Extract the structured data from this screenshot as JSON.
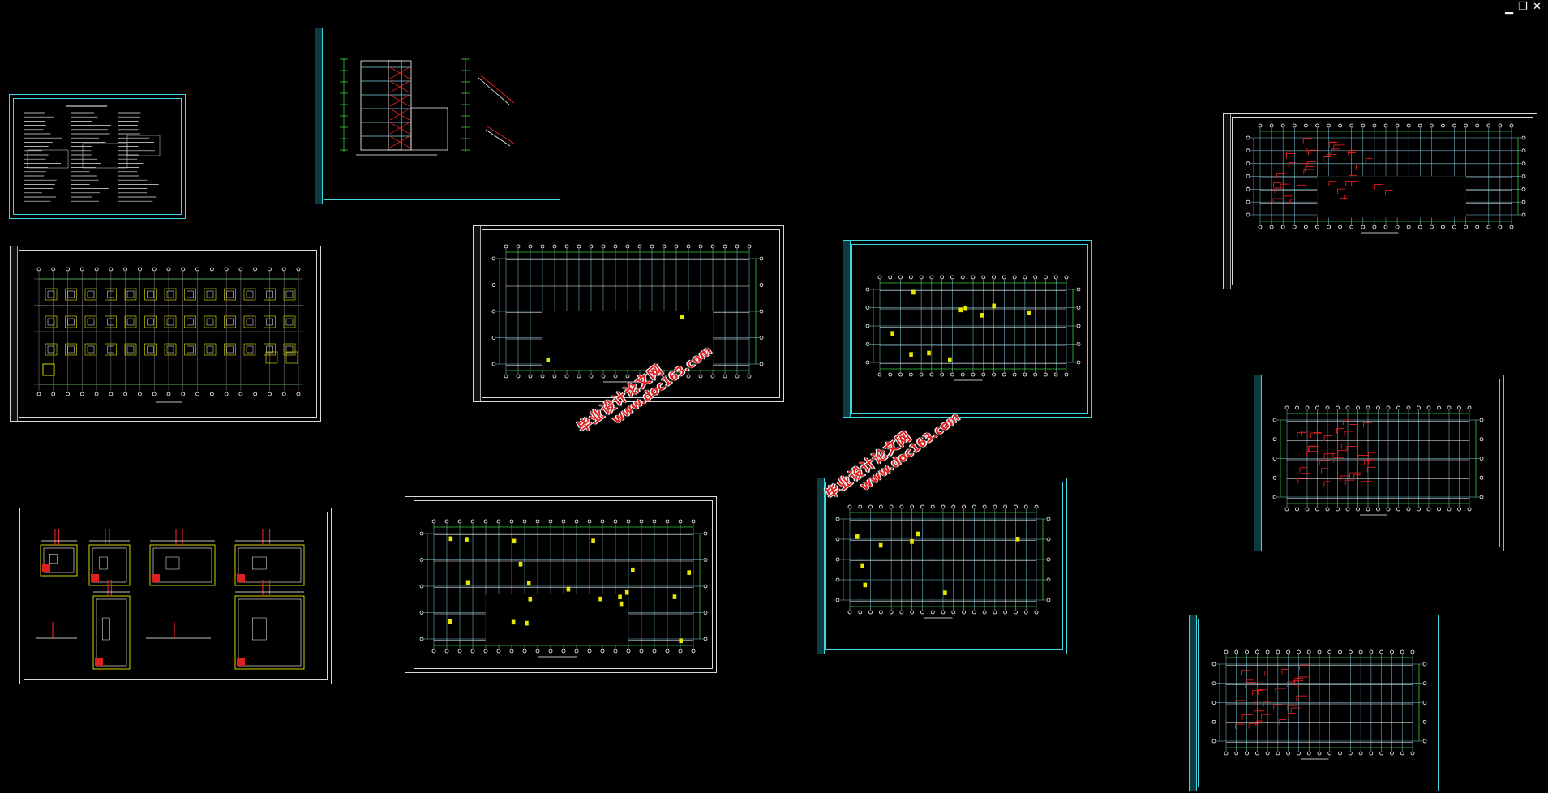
{
  "window": {
    "controls": {
      "minimize": "▁",
      "restore": "❐",
      "close": "✕"
    }
  },
  "watermark": {
    "line1": "毕业设计论文网",
    "line2": "www.doc163.com",
    "color": "#e02020"
  },
  "colors": {
    "background": "#000000",
    "frame": "#d8d8d8",
    "frame_accent": "#3fd6e0",
    "gridline": "#7fd0e0",
    "axis": "#33cc33",
    "rebar": "#e02020",
    "note": "#e8e800"
  },
  "sheets": [
    {
      "id": "design-notes"
    },
    {
      "id": "stair-detail"
    },
    {
      "id": "foundation-plan"
    },
    {
      "id": "floor-plan-1"
    },
    {
      "id": "floor-plan-2"
    },
    {
      "id": "floor-plan-red-1"
    },
    {
      "id": "foundation-details"
    },
    {
      "id": "floor-plan-3"
    },
    {
      "id": "floor-plan-4"
    },
    {
      "id": "floor-plan-red-2"
    },
    {
      "id": "floor-plan-red-3"
    }
  ]
}
